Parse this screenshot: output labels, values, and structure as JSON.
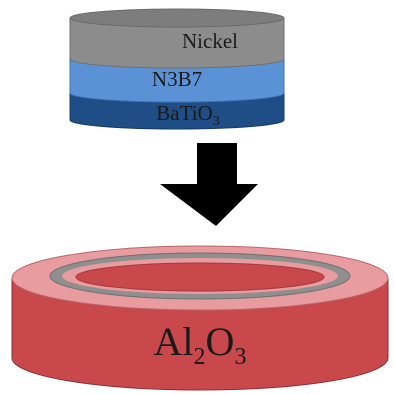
{
  "layers": [
    {
      "label": "Nickel",
      "color": "#8c8c8c",
      "top_color": "#7d7d7d"
    },
    {
      "label": "N3B7",
      "color": "#5b92d6"
    },
    {
      "label_main": "BaTiO",
      "label_sub": "3",
      "color": "#1f4d85"
    }
  ],
  "arrow_color": "#000000",
  "substrate": {
    "label_main_1": "Al",
    "label_sub_1": "2",
    "label_main_2": "O",
    "label_sub_2": "3",
    "body_color": "#c9484c",
    "top_color": "#e89ca0",
    "ring_gray": "#8f8f8f",
    "edge_color": "#8c2f33"
  }
}
